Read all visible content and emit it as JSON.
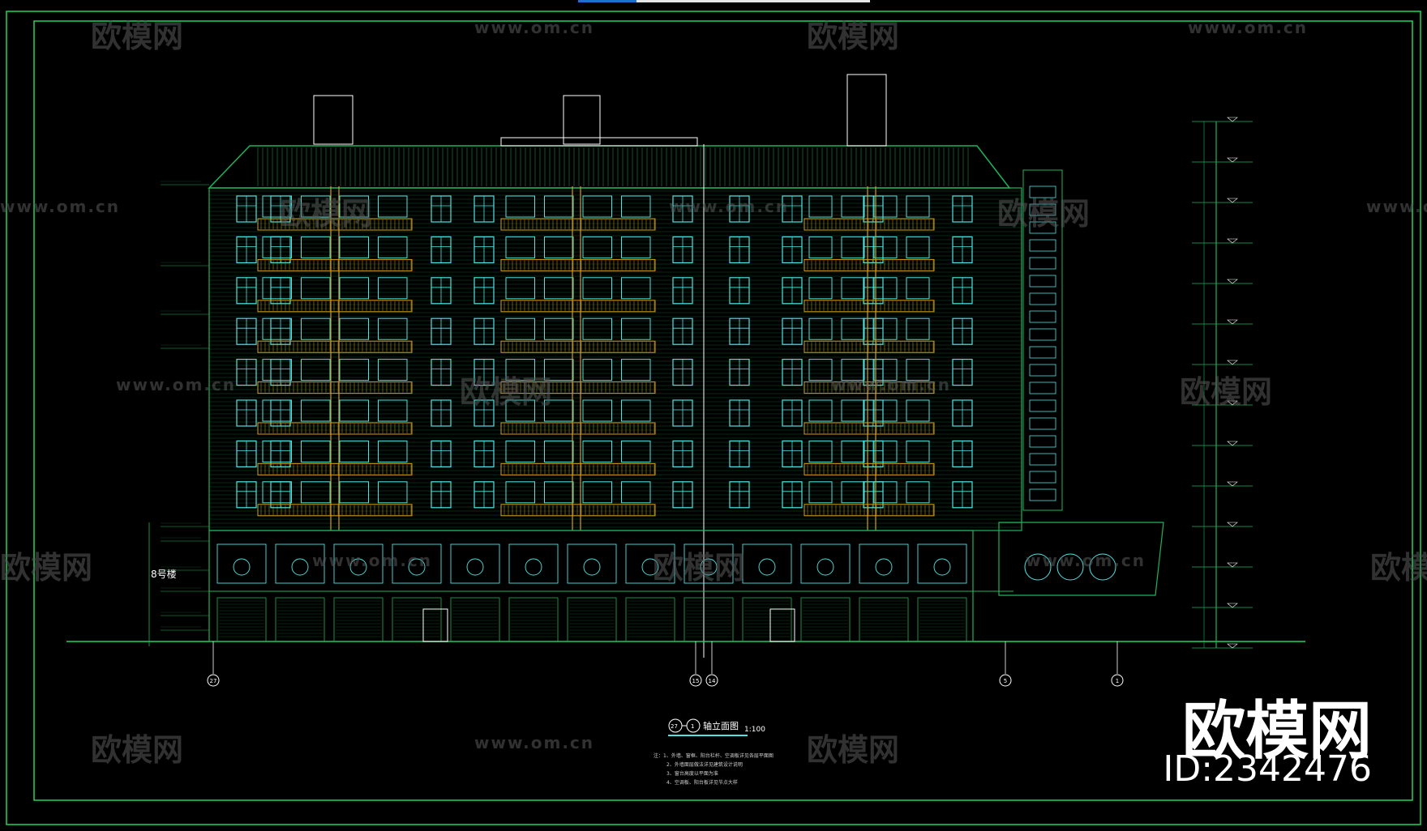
{
  "drawing": {
    "title_label": "轴立面图",
    "title_axes": "27—1",
    "scale": "1:100",
    "building_label": "8号楼",
    "axis_labels": [
      "27",
      "15",
      "14",
      "5",
      "1"
    ],
    "note_lines": [
      "注：1、外墙、窗框、阳台栏杆、空调板详见各层平面图",
      "2、外墙面层做法详见建筑设计说明",
      "3、窗台高度以平面为准",
      "4、空调板、阳台板详见节点大样"
    ]
  },
  "watermarks": {
    "brand_cn": "欧模网",
    "url": "www.om.cn"
  },
  "logo": {
    "brand_cn": "欧模网",
    "id_text": "ID:2342476"
  },
  "colors": {
    "background": "#000000",
    "border": "#1fd65a",
    "facade": "#1fb35a",
    "window": "#4fe3e3",
    "balcony": "#d4a017",
    "text": "#ffffff",
    "watermark": "#5a5a5a"
  }
}
